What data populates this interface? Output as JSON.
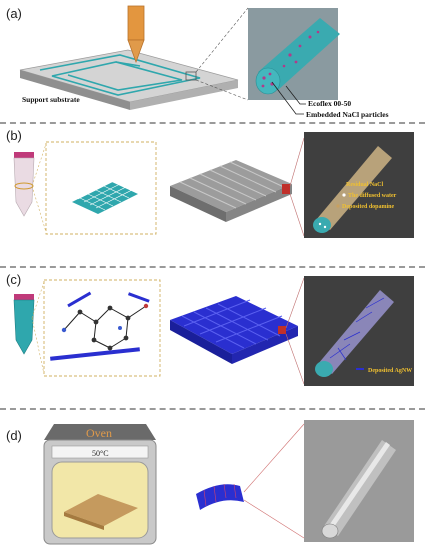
{
  "panels": {
    "a": {
      "label": "(a)",
      "substrate_label": "Support substrate",
      "callout_1": "Ecoflex 00-50",
      "callout_2": "Embedded NaCl particles"
    },
    "b": {
      "label": "(b)",
      "legend_1": "Residual NaCl",
      "legend_2": "The diffused water",
      "legend_3": "Deposited dopamine"
    },
    "c": {
      "label": "(c)",
      "legend_1": "Deposited AgNW"
    },
    "d": {
      "label": "(d)",
      "oven_title": "Oven",
      "temperature": "50°C"
    }
  },
  "colors": {
    "teal": "#2fa7ad",
    "blue": "#2a2fd0",
    "orange": "#e09a4a",
    "gold_label": "#f0c030",
    "grey_dark": "#555555"
  }
}
